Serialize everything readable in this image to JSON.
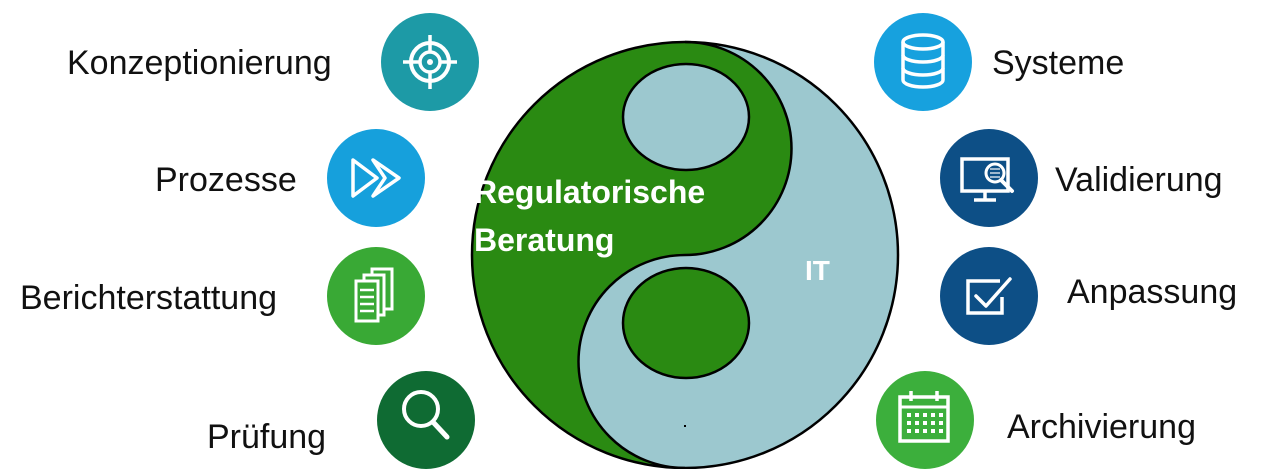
{
  "center": {
    "left_label_line1": "Regulatorische",
    "left_label_line2": "Beratung",
    "right_label": "IT",
    "colors": {
      "left": "#2a8a12",
      "right": "#9cc8cf",
      "outline": "#000000"
    }
  },
  "left_items": [
    {
      "label": "Konzeptionierung",
      "icon": "crosshair-icon",
      "color": "#1d9aa6"
    },
    {
      "label": "Prozesse",
      "icon": "fast-forward-icon",
      "color": "#16a0dc"
    },
    {
      "label": "Berichterstattung",
      "icon": "documents-icon",
      "color": "#39a935"
    },
    {
      "label": "Prüfung",
      "icon": "magnifier-icon",
      "color": "#0f6b33"
    }
  ],
  "right_items": [
    {
      "label": "Systeme",
      "icon": "database-icon",
      "color": "#17a1de"
    },
    {
      "label": "Validierung",
      "icon": "monitor-search-icon",
      "color": "#0d4f86"
    },
    {
      "label": "Anpassung",
      "icon": "checkbox-icon",
      "color": "#0d4f86"
    },
    {
      "label": "Archivierung",
      "icon": "calendar-icon",
      "color": "#3caf3c"
    }
  ]
}
